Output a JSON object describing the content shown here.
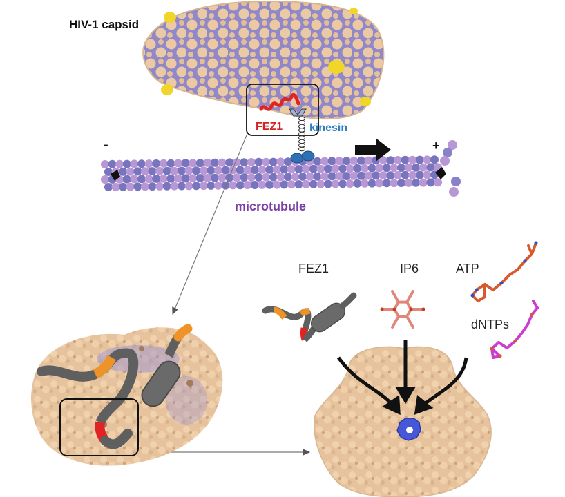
{
  "labels": {
    "capsid": "HIV-1 capsid",
    "fez1_red": "FEZ1",
    "kinesin": "kinesin",
    "minus_end": "-",
    "plus_end": "+",
    "microtubule": "microtubule",
    "fez1": "FEZ1",
    "ip6": "IP6",
    "atp": "ATP",
    "dntps": "dNTPs"
  },
  "colors": {
    "capsid_tan": "#eac9a4",
    "capsid_blue": "#8a86cc",
    "pentamer_yellow": "#f0d629",
    "fez1_red": "#d42222",
    "fez1_orange": "#ee9328",
    "fez1_gray": "#676767",
    "kinesin_blue": "#2f7fbf",
    "tubulin_purple": "#b797d4",
    "tubulin_blue": "#7874bd",
    "microtubule_label": "#7b3fa8",
    "pore_blue": "#4458d8",
    "ip6_salmon": "#e0867a",
    "atp_orange": "#d75a2c",
    "dntp_magenta": "#cc3dcf"
  },
  "icons": {
    "direction": "thick-right-arrow-icon",
    "inset": "zoom-box-icon"
  }
}
